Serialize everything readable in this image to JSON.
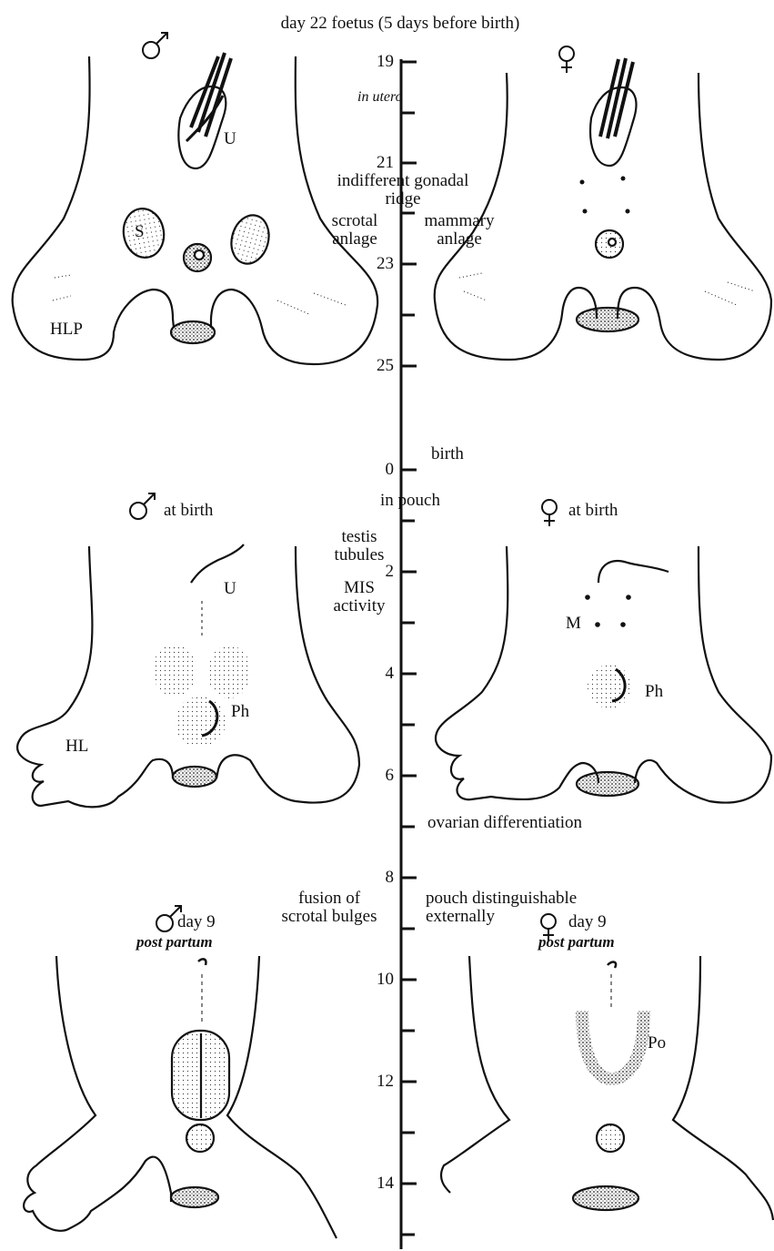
{
  "title": "day 22 foetus (5 days before birth)",
  "timeline": {
    "ticks": [
      "19",
      "21",
      "23",
      "25",
      "0",
      "2",
      "4",
      "6",
      "8",
      "10",
      "12",
      "14"
    ],
    "in_utero": "in utero",
    "in_pouch": "in pouch",
    "birth": "birth"
  },
  "events": {
    "indifferent_gonadal_ridge": [
      "indifferent gonadal",
      "ridge"
    ],
    "scrotal_anlage": [
      "scrotal",
      "anlage"
    ],
    "mammary_anlage": [
      "mammary",
      "anlage"
    ],
    "testis_tubules": [
      "testis",
      "tubules"
    ],
    "mis_activity": [
      "MIS",
      "activity"
    ],
    "ovarian_differentiation": "ovarian differentiation",
    "fusion_scrotal": [
      "fusion of",
      "scrotal bulges"
    ],
    "pouch_distinguishable": [
      "pouch distinguishable",
      "externally"
    ]
  },
  "panels": {
    "male_at_birth": "at birth",
    "female_at_birth": "at birth",
    "male_day9": "day 9",
    "female_day9": "day 9",
    "post_partum": "post partum"
  },
  "labels": {
    "U": "U",
    "S": "S",
    "HLP": "HLP",
    "HL": "HL",
    "Ph": "Ph",
    "M": "M",
    "Po": "Po"
  }
}
